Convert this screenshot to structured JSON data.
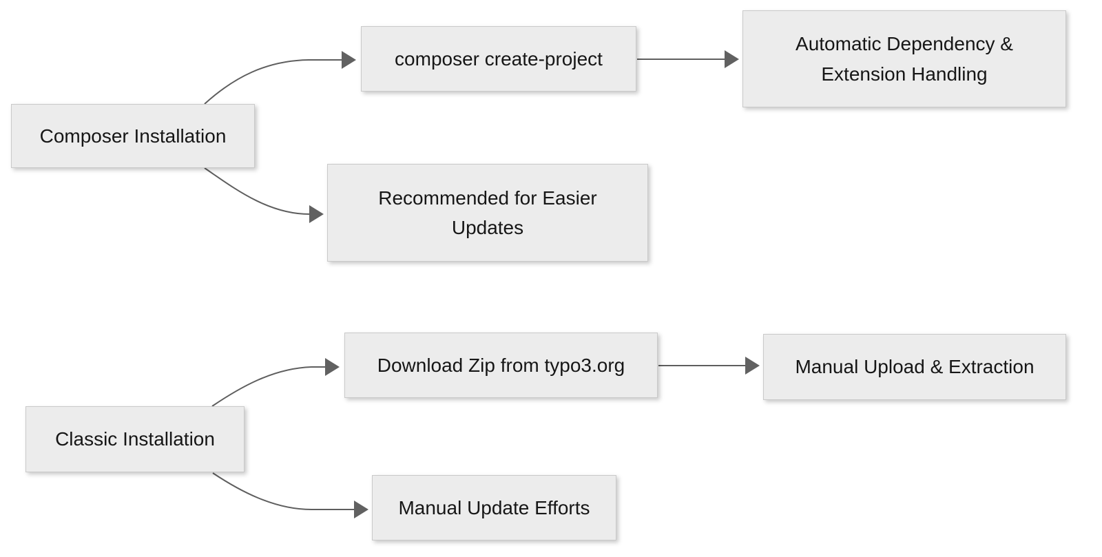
{
  "diagram": {
    "type": "flowchart",
    "direction": "left-to-right",
    "background_color": "#ffffff",
    "node_fill_color": "#ececec",
    "node_border_color": "#c9c9c9",
    "edge_color": "#5e5e5e",
    "arrowhead_color": "#616161",
    "text_color": "#161616",
    "nodes": [
      {
        "id": "composer",
        "label": "Composer Installation"
      },
      {
        "id": "create-project",
        "label": "composer create-project"
      },
      {
        "id": "auto-dep",
        "label": "Automatic Dependency & Extension Handling"
      },
      {
        "id": "recommended",
        "label": "Recommended for Easier Updates"
      },
      {
        "id": "classic",
        "label": "Classic Installation"
      },
      {
        "id": "download-zip",
        "label": "Download Zip from typo3.org"
      },
      {
        "id": "manual-upload",
        "label": "Manual Upload & Extraction"
      },
      {
        "id": "manual-update",
        "label": "Manual Update Efforts"
      }
    ],
    "edges": [
      {
        "from": "composer",
        "to": "create-project"
      },
      {
        "from": "create-project",
        "to": "auto-dep"
      },
      {
        "from": "composer",
        "to": "recommended"
      },
      {
        "from": "classic",
        "to": "download-zip"
      },
      {
        "from": "download-zip",
        "to": "manual-upload"
      },
      {
        "from": "classic",
        "to": "manual-update"
      }
    ]
  }
}
